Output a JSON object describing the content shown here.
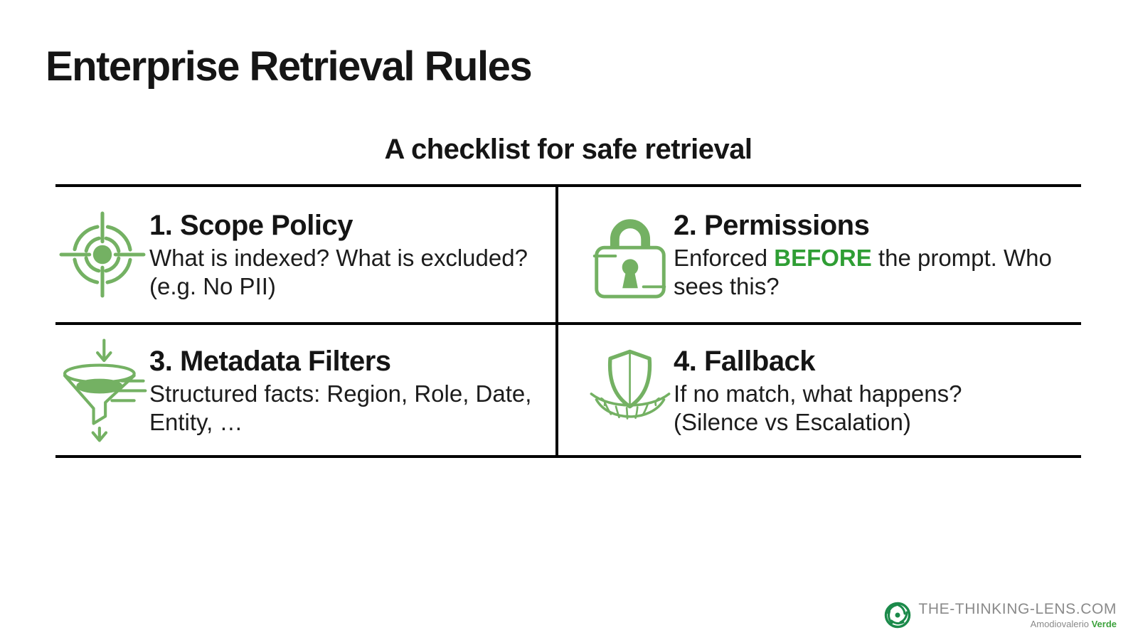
{
  "page": {
    "title": "Enterprise Retrieval Rules"
  },
  "colors": {
    "text_black": "#151515",
    "icon_green": "#74b163",
    "highlight_green": "#2f9e34",
    "logo_green": "#1b8a4a",
    "verde_green": "#3da23d",
    "logo_gray": "#8a8a8a",
    "border_black": "#000000"
  },
  "checklist": {
    "subtitle": "A checklist for safe retrieval",
    "cells": [
      {
        "icon": "target-icon",
        "title": "1. Scope Policy",
        "line1": "What is indexed? What is excluded?",
        "line2": "(e.g. No PII)"
      },
      {
        "icon": "lock-icon",
        "title": "2. Permissions",
        "line1_prefix": "Enforced ",
        "line1_highlight": "BEFORE",
        "line1_suffix": " the prompt. Who",
        "line2": "sees this?"
      },
      {
        "icon": "funnel-icon",
        "title": "3. Metadata Filters",
        "line1": "Structured facts: Region, Role, Date,",
        "line2": "Entity, …"
      },
      {
        "icon": "shield-net-icon",
        "title": "4. Fallback",
        "line1": "If no match, what happens?",
        "line2": "(Silence vs Escalation)"
      }
    ]
  },
  "footer": {
    "logo": "aperture-lens-icon",
    "site": "THE-THINKING-LENS.COM",
    "credit_name": "Amodiovalerio ",
    "credit_surname": "Verde"
  }
}
